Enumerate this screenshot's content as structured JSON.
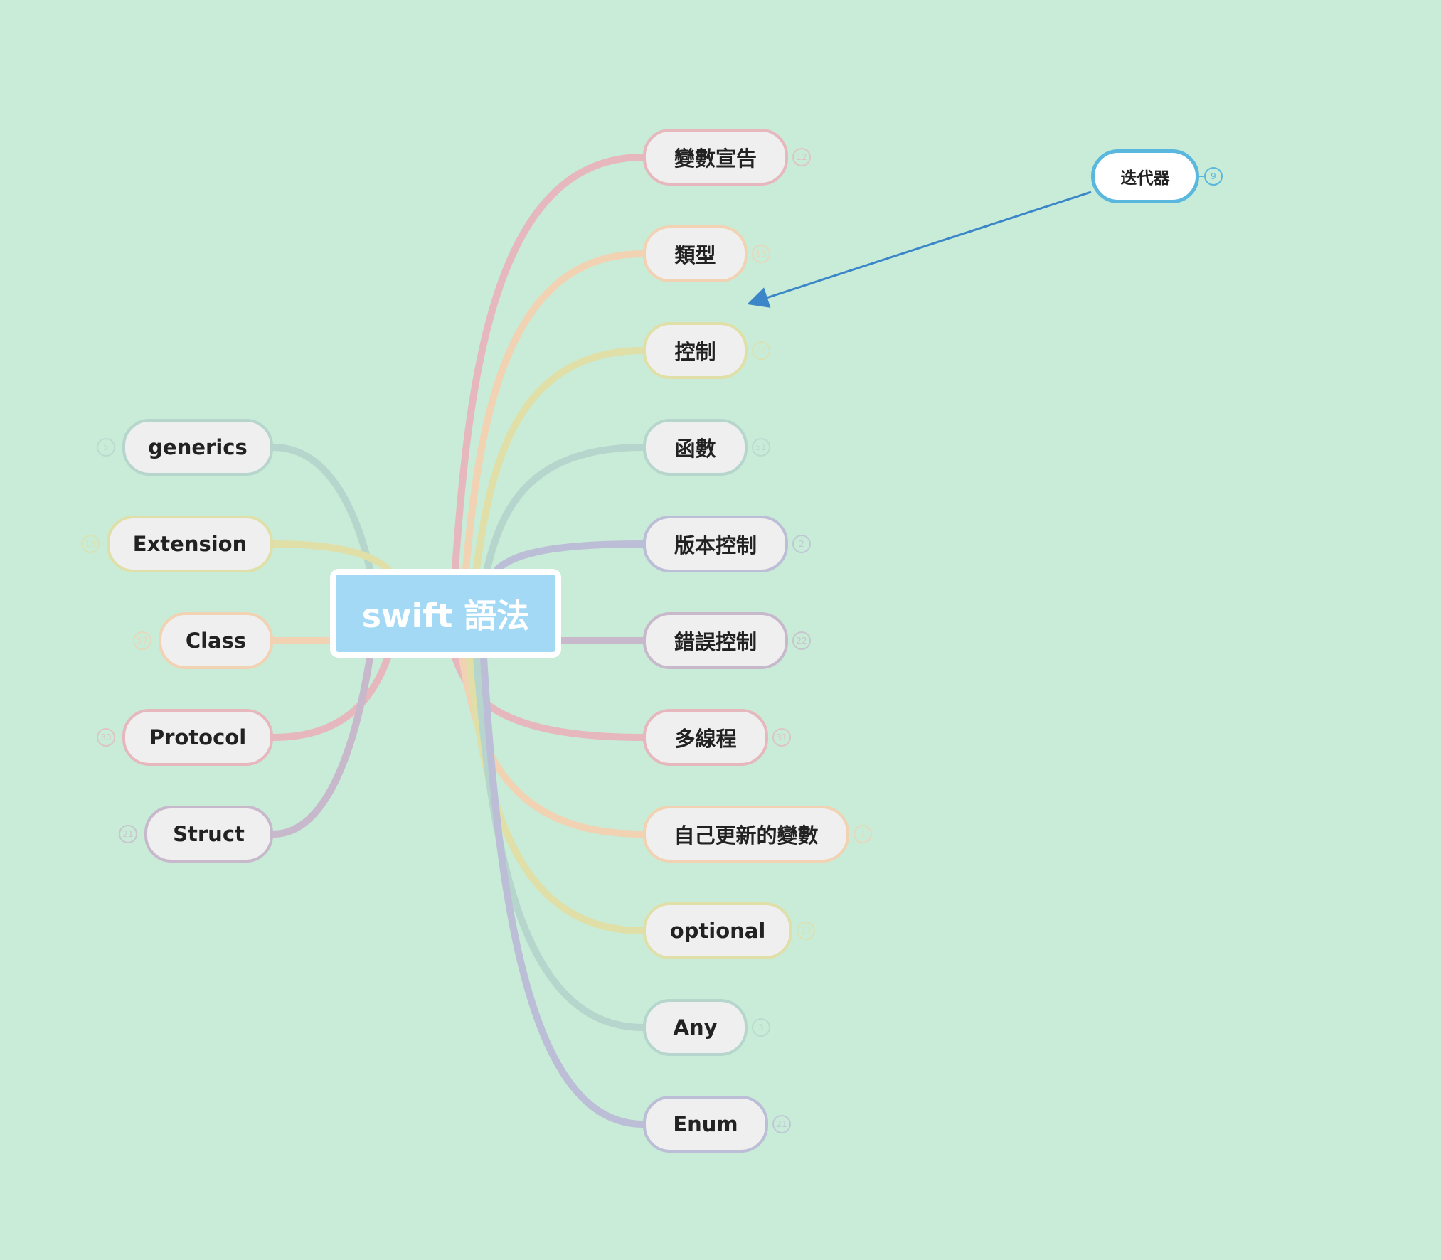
{
  "root": {
    "label": "swift 語法"
  },
  "right_branches": [
    {
      "label": "變數宣告",
      "badge": "12",
      "color": "#e6b8bd"
    },
    {
      "label": "類型",
      "badge": "13",
      "color": "#f1d2b3"
    },
    {
      "label": "控制",
      "badge": "22",
      "color": "#e0dfa8"
    },
    {
      "label": "函數",
      "badge": "51",
      "color": "#b6d6cd"
    },
    {
      "label": "版本控制",
      "badge": "2",
      "color": "#bcbdd6"
    },
    {
      "label": "錯誤控制",
      "badge": "22",
      "color": "#c8b8cc"
    },
    {
      "label": "多線程",
      "badge": "31",
      "color": "#e6b8bd"
    },
    {
      "label": "自己更新的變數",
      "badge": "7",
      "color": "#f1d2b3"
    },
    {
      "label": "optional",
      "badge": "13",
      "color": "#e0dfa8"
    },
    {
      "label": "Any",
      "badge": "3",
      "color": "#b6d6cd"
    },
    {
      "label": "Enum",
      "badge": "21",
      "color": "#bcbdd6"
    }
  ],
  "left_branches": [
    {
      "label": "generics",
      "badge": "5",
      "color": "#b6d6cd"
    },
    {
      "label": "Extension",
      "badge": "13",
      "color": "#e0dfa8"
    },
    {
      "label": "Class",
      "badge": "57",
      "color": "#f1d2b3"
    },
    {
      "label": "Protocol",
      "badge": "30",
      "color": "#e6b8bd"
    },
    {
      "label": "Struct",
      "badge": "21",
      "color": "#c8b8cc"
    }
  ],
  "floating_topic": {
    "label": "迭代器",
    "badge": "9",
    "color": "#5ab7de"
  },
  "arrow_color": "#3a86c8",
  "background_color": "#c8ecd7"
}
